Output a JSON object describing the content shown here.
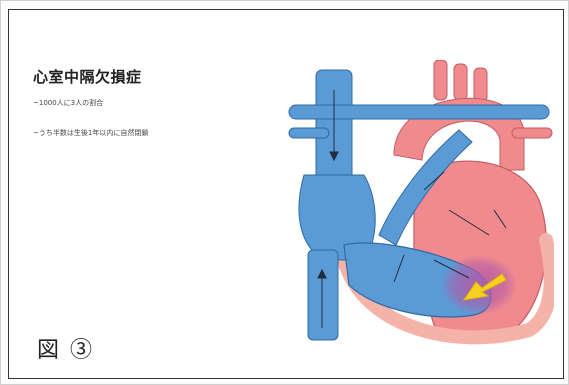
{
  "slide": {
    "title": "心室中隔欠損症",
    "bullets": [
      "~1000人に3人の割合",
      "~うち半数は生後1年以内に自然閉鎖"
    ],
    "figure_label": "図 ③"
  },
  "diagram": {
    "icons": [
      "heart-diagram",
      "arrow-icon",
      "defect-highlight"
    ],
    "colors": {
      "oxygenated": "#f08a8e",
      "deoxygenated": "#5b9bd5",
      "highlight": "#b35aa8",
      "arrow": "#f5d020"
    }
  }
}
